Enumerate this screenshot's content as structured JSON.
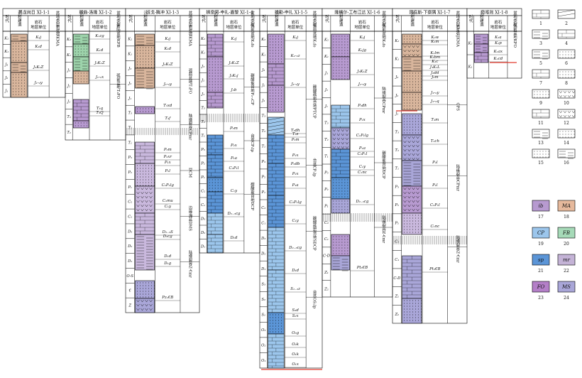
{
  "columns": [
    {
      "name": "昂龙岗日 XI-1-1",
      "headers": [
        "时代",
        "沉积建造",
        "岩石地层单位",
        "盆地类型"
      ],
      "ages": [
        "K₂",
        "K₁",
        "J₃",
        "J₂",
        "J₁"
      ],
      "units": [
        "K₂j",
        "K₁d",
        "J₃K₁Z",
        "J₁-₂y"
      ],
      "basin": [
        "岩浆弧KMA"
      ]
    },
    {
      "name": "那曲-洛隆 XI-1-2",
      "headers": [
        "时代",
        "沉积建造",
        "岩石地层单位",
        "盆地类型"
      ],
      "ages": [
        "K₂",
        "K₁",
        "J₃",
        "J₂",
        "J₁",
        "T₃",
        "T₂"
      ],
      "units": [
        "K₁zg",
        "K₁d",
        "J₃K₁Z",
        "J₁-₂x",
        "T₃q",
        "T₃Q"
      ],
      "basin": [
        "前陆盆地KFB",
        "弧前盆地T₃FO"
      ]
    },
    {
      "name": "班戈-腾冲 XI-1-3",
      "headers": [
        "时代",
        "沉积建造",
        "岩石地层单位",
        "盆地类型"
      ],
      "ages": [
        "K₂",
        "K₁",
        "J₃",
        "J₂",
        "J₁",
        "T₃",
        "T₂",
        "T₁",
        "P₃",
        "P₂",
        "P₁",
        "C₂",
        "C₁",
        "D₃",
        "D₂",
        "D₁",
        "O-S",
        "€",
        "Z"
      ],
      "units": [
        "K₂j",
        "K₁d",
        "J₃K₁Z",
        "J₁-₂y",
        "T₃xd",
        "T₃f",
        "P₃m",
        "P₂xr",
        "P₁x",
        "P₂l",
        "C₁P₁lg",
        "C₂mu",
        "C₁y",
        "D₂₋₃S",
        "D₂cg",
        "D₁d",
        "D₁g",
        "Pz₁€B"
      ],
      "basin": [
        "岩浆弧KMA",
        "弧前盆地T₃FO",
        "陆缘裂谷CPmr",
        "DCM",
        "边缘海盆DMS",
        "陆缘裂谷Z-€mr"
      ]
    },
    {
      "name": "狮泉河-申扎-嘉黎 XI-1-4",
      "headers": [
        "时代",
        "沉积建造",
        "岩石地层单位",
        "盆地类型"
      ],
      "ages": [
        "K₂",
        "K₁",
        "J₃",
        "J₂",
        "J₁",
        "T₃",
        "T₂",
        "T₁",
        "P₃",
        "P₂",
        "P₁",
        "C₂",
        "C₁",
        "D₃",
        "D₂",
        "D₁"
      ],
      "units": [
        "K₂j",
        "J₃K₁Z",
        "J₃K₁j",
        "J₃b",
        "P₃m",
        "P₂x",
        "P₁a",
        "C₂P₁l",
        "C₁y",
        "D₂₋₃cg",
        "D₁d"
      ],
      "basin": [
        "弧前盆地K₁fo",
        "碳酸盐台地P₂-₃CP",
        "台盆CP₁lp",
        "碳酸盐台地DCP"
      ]
    },
    {
      "name": "措勤-申扎 XI-1-5",
      "headers": [
        "时代",
        "沉积建造",
        "岩石地层单位",
        "盆地类型"
      ],
      "ages": [
        "K₂",
        "K₁",
        "J₃",
        "J₂",
        "J₁",
        "T₃",
        "T₂",
        "T₁",
        "P₃",
        "P₂",
        "P₁",
        "C₂",
        "C₁",
        "D₃",
        "D₂",
        "D₁",
        "S₃",
        "S₂",
        "S₁",
        "O₃",
        "O₂",
        "O₁"
      ],
      "units": [
        "K₂j",
        "K₁-₂z",
        "J₁-₂y",
        "T₃dh",
        "T₃s",
        "P₃m",
        "P₂x",
        "P₃db",
        "P₂x",
        "P₁a",
        "C₂P₁lg",
        "C₁y",
        "D₂₋₃cg",
        "D₁d",
        "S₁₋₃z",
        "S₃d",
        "S₂x",
        "O₃g",
        "O₂k",
        "O₁k",
        "O₁x"
      ],
      "basin": [
        "弧前盆地K₁fo",
        "碳酸盐岩台地PTCP",
        "台盆CP₁lp",
        "碳酸盐岩台地SDCP",
        "台盆OS₁lp"
      ]
    },
    {
      "name": "隆格尔-工布江达 XI-1-6",
      "headers": [
        "时代",
        "沉积建造",
        "岩石地层单位",
        "盆地类型"
      ],
      "ages": [
        "K₂",
        "K₁",
        "J₃",
        "J₂",
        "J₁",
        "T₃",
        "T₂",
        "T₁",
        "P₃",
        "P₂",
        "P₁",
        "C₂",
        "C₁",
        "C-D",
        "Z₁",
        "Z₂"
      ],
      "units": [
        "K₂j",
        "K₁jg",
        "J₃K₁Z",
        "J₁-₂y",
        "P₃dh",
        "P₂x",
        "C₁P₁lg",
        "P₁a",
        "C₂P₁l",
        "C₁y",
        "C₁nc",
        "D₂₋₃cg",
        "Pt₃€B"
      ],
      "basin": [
        "弧前盆地K₁fo",
        "陆缘裂谷CPmr",
        "碳酸盐台地DCP",
        "陆缘裂谷Z-€mr"
      ]
    },
    {
      "name": "冈底斯-下察隅 XI-1-7",
      "headers": [
        "时代",
        "沉积建造",
        "岩石地层单位",
        "盆地类型"
      ],
      "ages": [
        "K₂",
        "K₁",
        "J₃",
        "J₂",
        "J₁",
        "T₃",
        "T₂",
        "T₁",
        "P₃",
        "P₂",
        "P₁",
        "C₂",
        "C₁",
        "C-D",
        "Z₁",
        "Z₂"
      ],
      "units": [
        "K₂w",
        "K₁m",
        "K₁lm",
        "K₁bm",
        "K₁c",
        "J₃K₁L",
        "J₃dd",
        "J₃m",
        "J₁-₂y",
        "J₁-₂q",
        "T₃m",
        "T₁ch",
        "P₂l",
        "P₁l",
        "C₂P₁l",
        "C₁nc",
        "Pt₃€B"
      ],
      "basin": [
        "岩浆弧JKMA",
        "CPS",
        "陆缘裂谷CPmr",
        "陆缘裂谷Z-€mr"
      ]
    },
    {
      "name": "日喀则 XI-1-8",
      "headers": [
        "时代",
        "沉积建造",
        "岩石地层单位",
        "盆地类型"
      ],
      "ages": [
        "K₂",
        "K₁"
      ],
      "units": [
        "K₂a",
        "K₂p",
        "K₁ax",
        "K₁cd"
      ],
      "basin": [
        "弧前盆地KFO"
      ]
    }
  ],
  "legend": {
    "numbers": [
      "1",
      "2",
      "3",
      "4",
      "5",
      "6",
      "7",
      "8",
      "9",
      "10",
      "11",
      "12",
      "13",
      "14",
      "15",
      "16",
      "17",
      "18",
      "19",
      "20",
      "21",
      "22",
      "23",
      "24"
    ],
    "codes": [
      "ib",
      "MA",
      "CP",
      "FB",
      "sp",
      "mr",
      "FO",
      "MS"
    ],
    "code_numbers": [
      "17",
      "18",
      "19",
      "20",
      "21",
      "22",
      "23",
      "24"
    ],
    "colors": {
      "ib": "#b79ad0",
      "MA": "#e6b99c",
      "CP": "#9cc6ec",
      "FB": "#a6dab8",
      "sp": "#5b95d7",
      "mr": "#c4b3d6",
      "FO": "#b47fc8",
      "MS": "#a9a6d8"
    }
  },
  "colors": {
    "purple": "#b79ad0",
    "lightpurple": "#c9b8dd",
    "tan": "#d8b59c",
    "green": "#9dd3ab",
    "blue": "#5b95d7",
    "lightblue": "#9cc6ec",
    "lavender": "#a9a6d8",
    "red": "#e23a2f"
  }
}
